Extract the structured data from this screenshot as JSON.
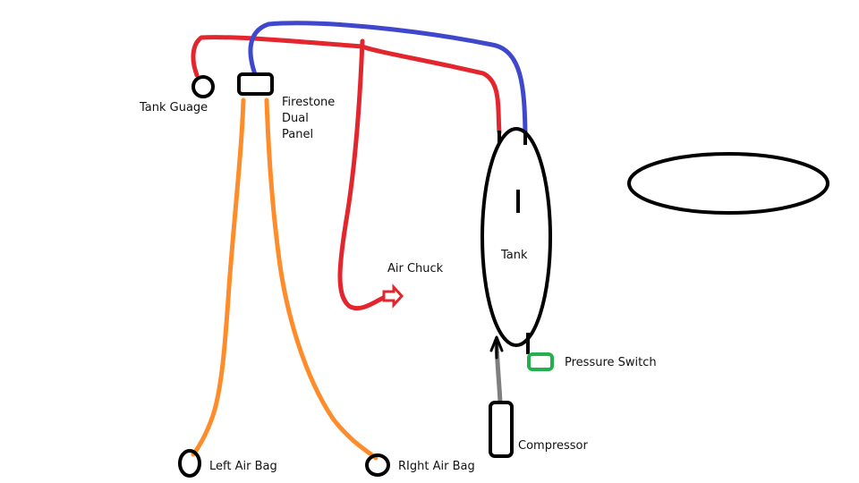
{
  "labels": {
    "tank_gauge": "Tank Guage",
    "panel_line1": "Firestone",
    "panel_line2": "Dual",
    "panel_line3": "Panel",
    "air_chuck": "Air Chuck",
    "tank": "Tank",
    "pressure_switch": "Pressure Switch",
    "compressor": "Compressor",
    "left_air_bag": "Left Air Bag",
    "right_air_bag": "RIght Air Bag"
  },
  "colors": {
    "supply_line": "#e3262e",
    "panel_line": "#3f48cc",
    "bag_line": "#ff8c2a",
    "compressor_line": "#7f7f7f",
    "pressure_switch": "#22b14c",
    "outline": "#000000"
  }
}
